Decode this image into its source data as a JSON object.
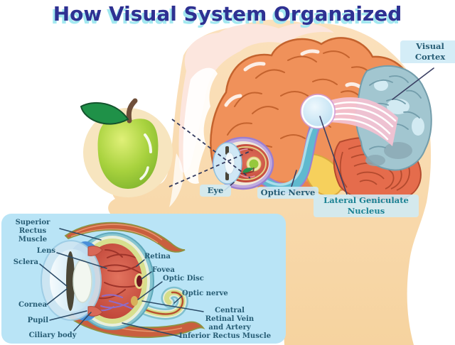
{
  "title": "How Visual System Organaized",
  "pathway": {
    "visual_cortex": "Visual Cortex",
    "eye": "Eye",
    "optic_nerve": "Optic Nerve",
    "lateral_geniculate_nucleus": "Lateral Geniculate Nucleus"
  },
  "eye_panel": {
    "superior_rectus_muscle": "Superior Rectus Muscle",
    "lens": "Lens",
    "sclera": "Sclera",
    "cornea": "Cornea",
    "pupil": "Pupil",
    "ciliary_body": "Ciliary body",
    "retina": "Retina",
    "fovea": "Fovea",
    "optic_disc": "Optic Disc",
    "optic_nerve": "Optic nerve",
    "central_retinal_vein_and_artery": "Central Retinal Vein and Artery",
    "inferior_rectus_muscle": "Inferior Rectus Muscle"
  },
  "illustrations": [
    "human-head-profile",
    "brain",
    "visual-cortex-region",
    "cerebellum",
    "lateral-geniculate-nucleus-circle",
    "optic-nerve-pathway",
    "optic-radiation",
    "apple",
    "eye-with-inverted-apple-image",
    "sight-dashed-lines",
    "eye-cross-section-panel"
  ],
  "colors": {
    "title_text": "#2e3192",
    "title_shadow": "#a2e8f0",
    "label_text": "#265c74",
    "lgn_label_text": "#1a8193",
    "panel_blue": "#b9e4f6",
    "skin": "#fadcb4",
    "hair_pink": "#fce6de",
    "brain_orange": "#f0915a",
    "brain_outline": "#c4632e",
    "cerebellum": "#e56c4c",
    "visual_cortex_blue": "#a2c6d0",
    "lgn_fill": "#cdeaf8",
    "optic_nerve_teal": "#5fb9cf",
    "apple_green": "#9bcd3a",
    "leaf_green": "#1f9148",
    "eye_interior_red": "#c4574a",
    "retina_layer": "#d7df8e",
    "cornea_blue": "#bcdff0",
    "muscle_red": "#c95f3e"
  }
}
